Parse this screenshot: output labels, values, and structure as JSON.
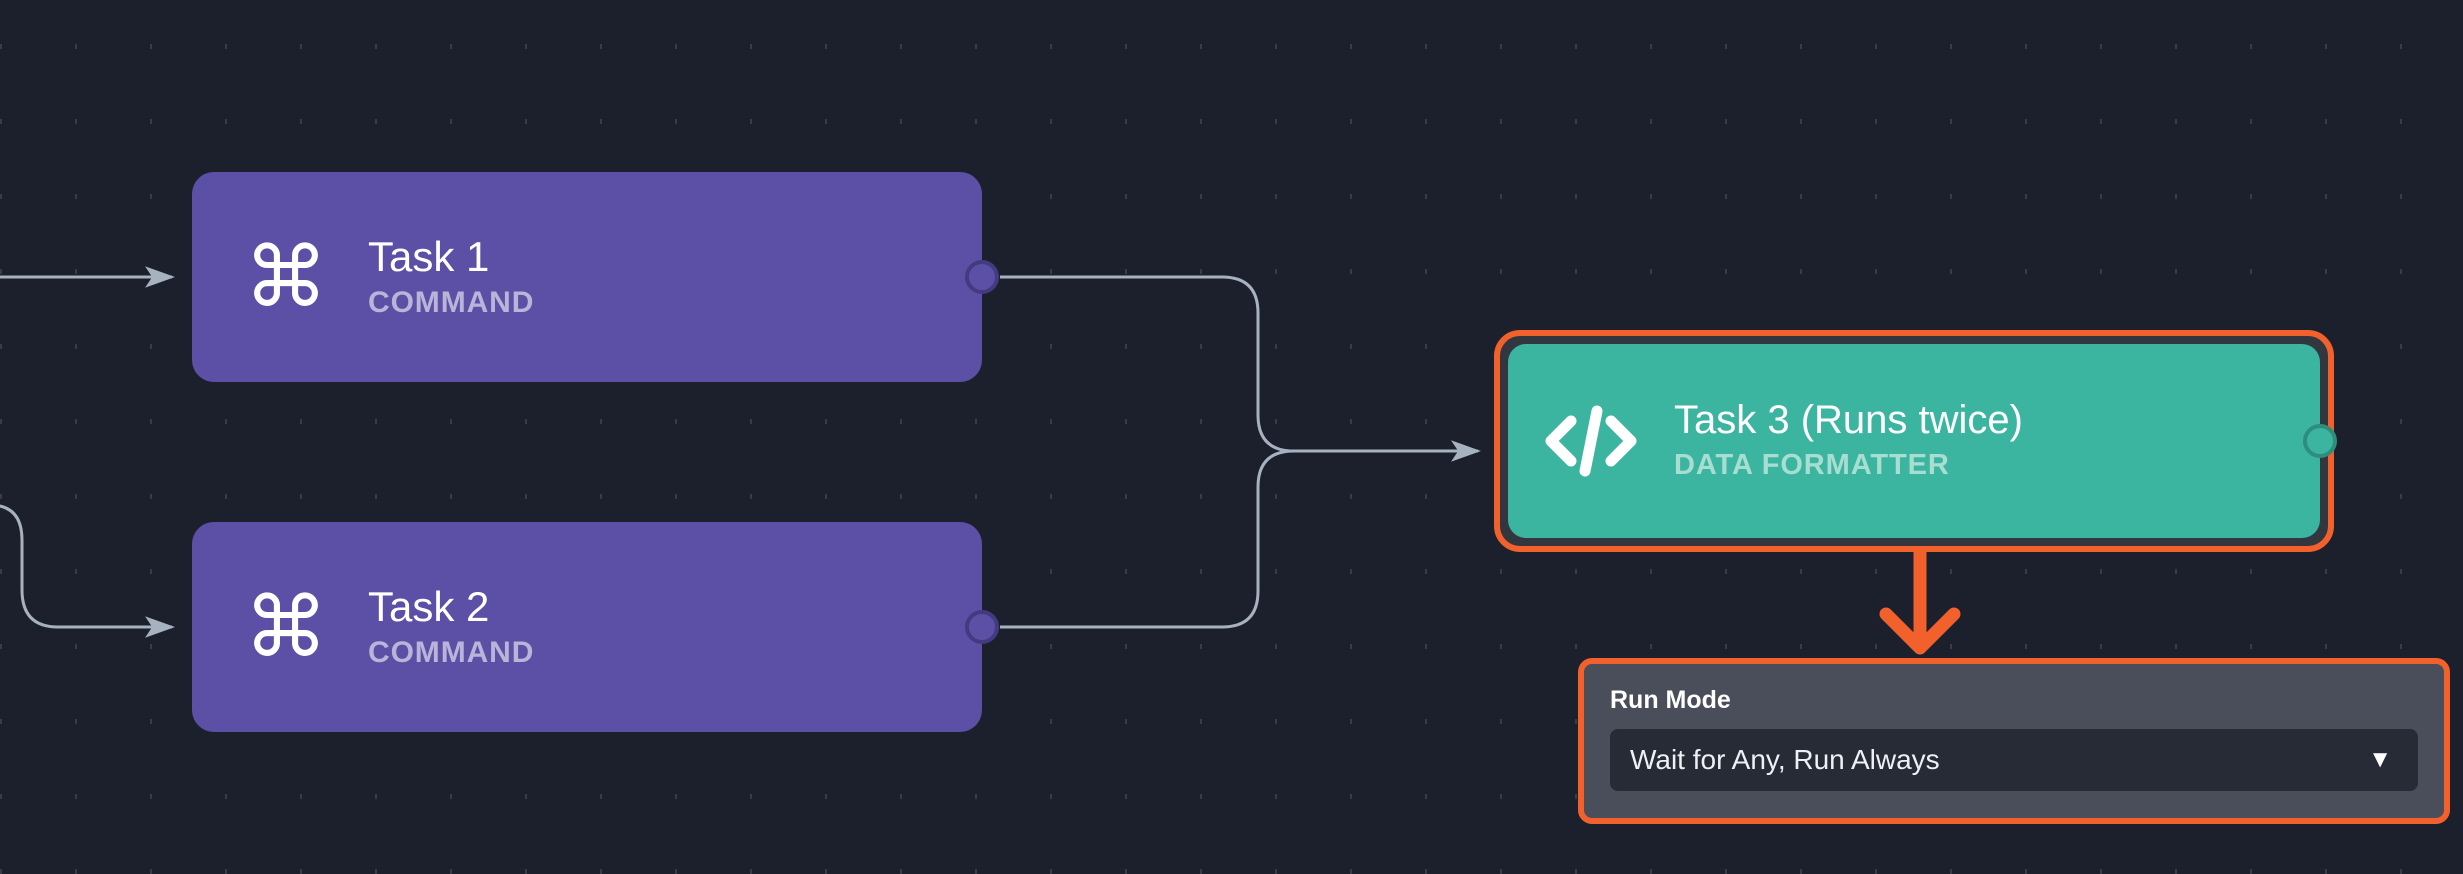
{
  "canvas": {
    "background_color": "#1b202c",
    "grid": "dashed-dot-grid"
  },
  "nodes": [
    {
      "id": "task-1",
      "title": "Task 1",
      "subtitle": "COMMAND",
      "icon": "command-icon",
      "color": "#5c4fa6",
      "subtitle_color": "#b9b4d8",
      "selected": false
    },
    {
      "id": "task-2",
      "title": "Task 2",
      "subtitle": "COMMAND",
      "icon": "command-icon",
      "color": "#5c4fa6",
      "subtitle_color": "#b9b4d8",
      "selected": false
    },
    {
      "id": "task-3",
      "title": "Task 3 (Runs twice)",
      "subtitle": "DATA FORMATTER",
      "icon": "code-icon",
      "color": "#3bb5a0",
      "subtitle_color": "#a8ddd2",
      "selected": true,
      "highlight_color": "#f2612c"
    }
  ],
  "panel": {
    "label": "Run Mode",
    "selected_value": "Wait for Any, Run Always",
    "caret": "▼",
    "background_color": "#4a4e5a",
    "highlight_color": "#f2612c"
  },
  "annotation": {
    "arrow_color": "#f2612c",
    "direction": "down",
    "from": "task-3",
    "to": "run-mode-panel"
  },
  "edges": {
    "color": "#a6b2c0",
    "connections": [
      {
        "from": "offscreen-left",
        "to": "task-1"
      },
      {
        "from": "offscreen-left",
        "to": "task-2"
      },
      {
        "from": "task-1",
        "to": "task-3"
      },
      {
        "from": "task-2",
        "to": "task-3"
      }
    ]
  }
}
